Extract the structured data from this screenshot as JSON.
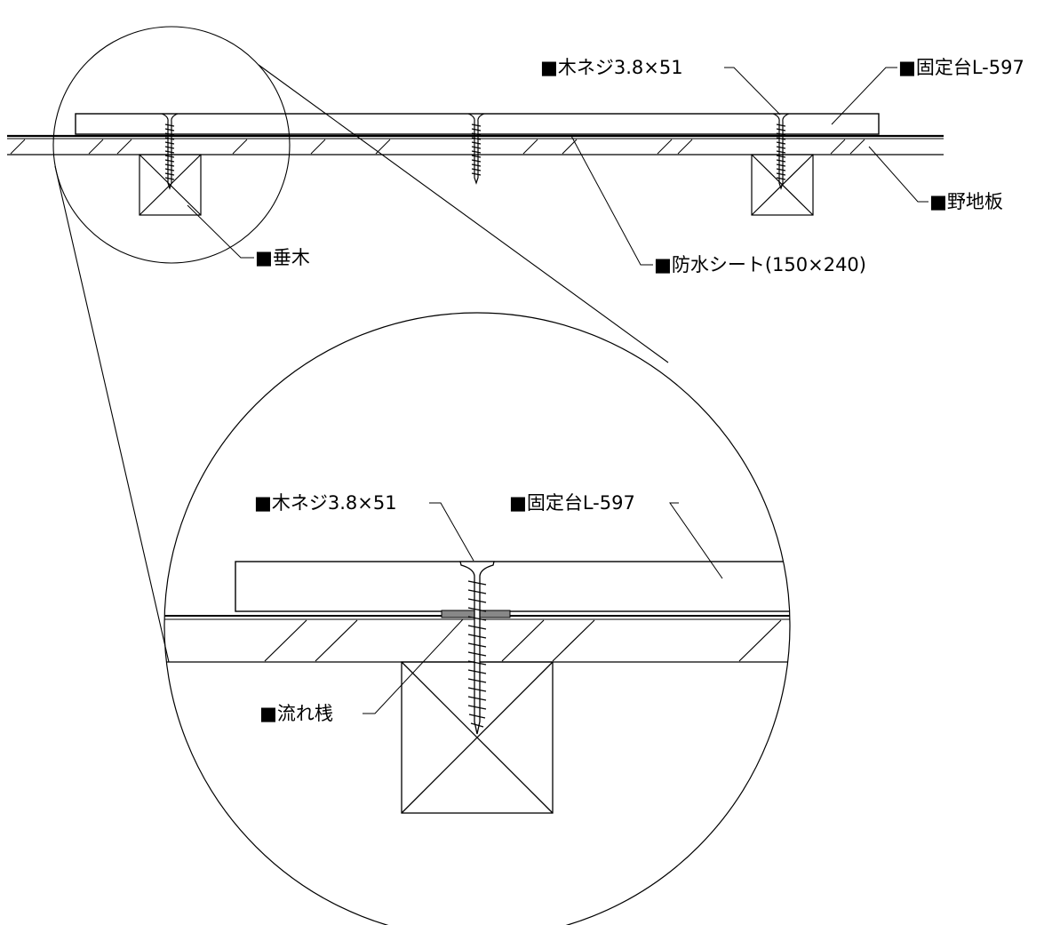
{
  "labels": {
    "top_screw": "■木ネジ3.8×51",
    "top_mount": "■固定台L-597",
    "top_sheathing": "■野地板",
    "top_rafter": "■垂木",
    "top_waterproof": "■防水シート(150×240)",
    "detail_screw": "■木ネジ3.8×51",
    "detail_mount": "■固定台L-597",
    "detail_batten": "■流れ桟"
  },
  "colors": {
    "line": "#000000",
    "background": "#ffffff",
    "sheet_fill": "#888888"
  }
}
